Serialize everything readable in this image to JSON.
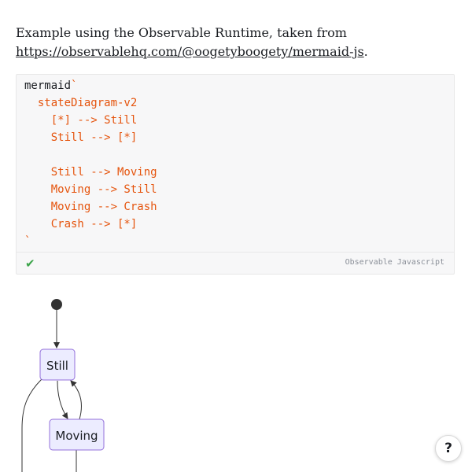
{
  "intro": {
    "text_before": "Example using the Observable Runtime, taken from ",
    "link_text": "https://observablehq.com/@oogetyboogety/mermaid-js",
    "text_after": "."
  },
  "code": {
    "lines": [
      {
        "plain": "mermaid",
        "str": "`"
      },
      {
        "plain": "",
        "str": "  stateDiagram-v2"
      },
      {
        "plain": "",
        "str": "    [*] --> Still"
      },
      {
        "plain": "",
        "str": "    Still --> [*]"
      },
      {
        "plain": "",
        "str": ""
      },
      {
        "plain": "",
        "str": "    Still --> Moving"
      },
      {
        "plain": "",
        "str": "    Moving --> Still"
      },
      {
        "plain": "",
        "str": "    Moving --> Crash"
      },
      {
        "plain": "",
        "str": "    Crash --> [*]"
      },
      {
        "plain": "",
        "str": "`"
      }
    ],
    "status_icon": "check-icon",
    "language_label": "Observable Javascript"
  },
  "diagram": {
    "states": [
      {
        "name": "Still"
      },
      {
        "name": "Moving"
      }
    ],
    "colors": {
      "state_fill": "#ececff",
      "state_stroke": "#9370db",
      "edge": "#333333"
    }
  },
  "help": {
    "label": "?"
  },
  "colors": {
    "string": "#e5540d",
    "check": "#3ca44a"
  }
}
